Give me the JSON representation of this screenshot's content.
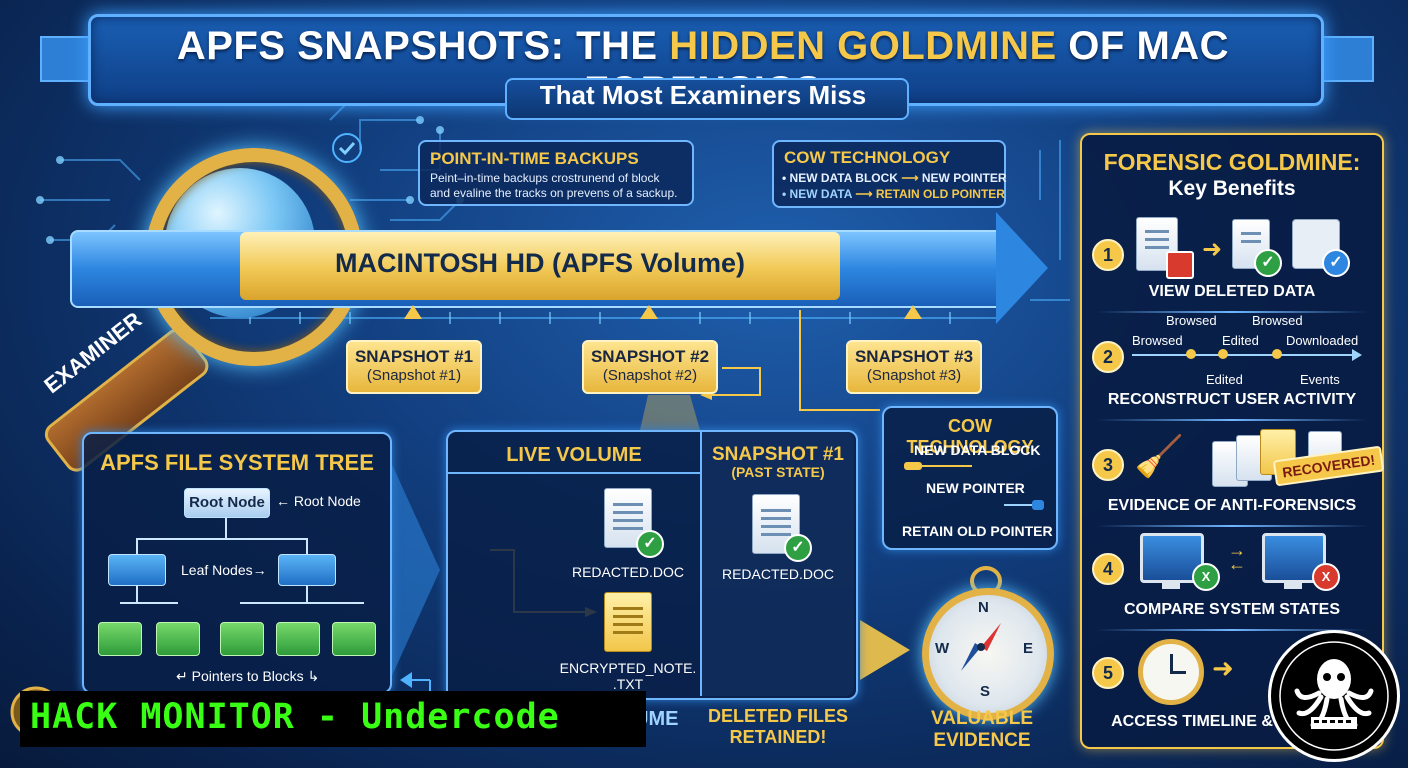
{
  "title": {
    "part1": "APFS SNAPSHOTS: THE ",
    "highlight": "HIDDEN GOLDMINE",
    "part2": " OF MAC FORENSICS",
    "subtitle": "That Most Examiners Miss"
  },
  "magnifier_label": "EXAMINER",
  "callout_backups": {
    "title": "POINT-IN-TIME BACKUPS",
    "text_line1": "Peint–in-time backups crostrunend of block",
    "text_line2": "and evaline the tracks on prevens of a sackup."
  },
  "callout_cow_top": {
    "title": "COW TECHNOLOGY",
    "line1_a": "• NEW DATA BLOCK",
    "line1_b": "NEW POINTER",
    "line2_a": "• NEW DATA",
    "line2_b": "RETAIN OLD POINTER"
  },
  "volume_bar": {
    "label": "MACINTOSH HD (APFS Volume)"
  },
  "snapshots": [
    {
      "name": "SNAPSHOT #1",
      "sub": "(Snapshot #1)"
    },
    {
      "name": "SNAPSHOT #2",
      "sub": "(Snapshot #2)"
    },
    {
      "name": "SNAPSHOT #3",
      "sub": "(Snapshot #3)"
    }
  ],
  "fs_tree": {
    "title": "APFS FILE SYSTEM TREE",
    "root_node": "Root Node",
    "root_label": "← Root Node",
    "leaf_label": "Leaf Nodes→",
    "pointers_label": "Pointers to Blocks"
  },
  "live_volume": {
    "title": "LIVE VOLUME",
    "file1": "REDACTED.DOC",
    "file2_line1": "ENCRYPTED_NOTE.",
    "file2_line2": ".TXT",
    "bottom_partial": "UME"
  },
  "snapshot_past": {
    "title": "SNAPSHOT #1",
    "subtitle": "(PAST STATE)",
    "file": "REDACTED.DOC"
  },
  "deleted_files": {
    "line1": "DELETED FILES",
    "line2": "RETAINED!"
  },
  "cow_box": {
    "title": "COW TECHNOLOGY",
    "line1": "NEW DATA BLOCK",
    "line2": "NEW POINTER",
    "line3": "RETAIN OLD POINTER"
  },
  "evidence": {
    "line1": "VALUABLE",
    "line2": "EVIDENCE",
    "compass": {
      "n": "N",
      "e": "E",
      "s": "S",
      "w": "W"
    }
  },
  "goldmine": {
    "title": "FORENSIC GOLDMINE:",
    "subtitle": "Key Benefits",
    "items": [
      {
        "num": "1",
        "label": "VIEW DELETED DATA"
      },
      {
        "num": "2",
        "label": "RECONSTRUCT USER ACTIVITY",
        "timeline_top": [
          "Browsed",
          "Browsed"
        ],
        "timeline_mid": [
          "Browsed",
          "Edited",
          "Downloaded"
        ],
        "timeline_bottom": [
          "Edited",
          "Events"
        ]
      },
      {
        "num": "3",
        "label": "EVIDENCE OF ANTI-FORENSICS",
        "badge": "RECOVERED!"
      },
      {
        "num": "4",
        "label": "COMPARE SYSTEM STATES"
      },
      {
        "num": "5",
        "label": "ACCESS TIMELINE &"
      }
    ]
  },
  "watermark": {
    "text": "HACK MONITOR - Undercode"
  },
  "colors": {
    "gold": "#f5c84a",
    "blue": "#2d86e0",
    "green": "#39ff14",
    "dark": "#0a2552"
  }
}
